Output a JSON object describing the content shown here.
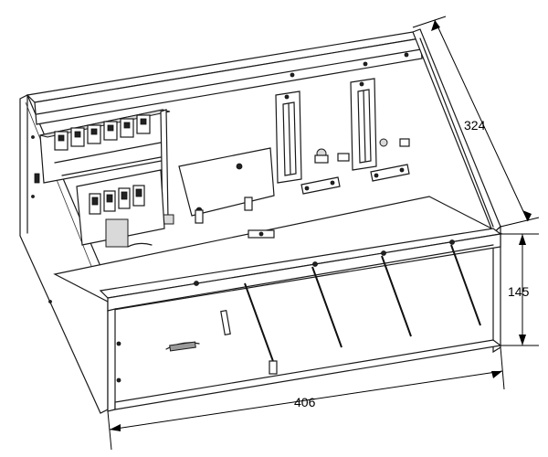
{
  "dimensions": {
    "depth": "324",
    "height": "145",
    "width": "406"
  }
}
